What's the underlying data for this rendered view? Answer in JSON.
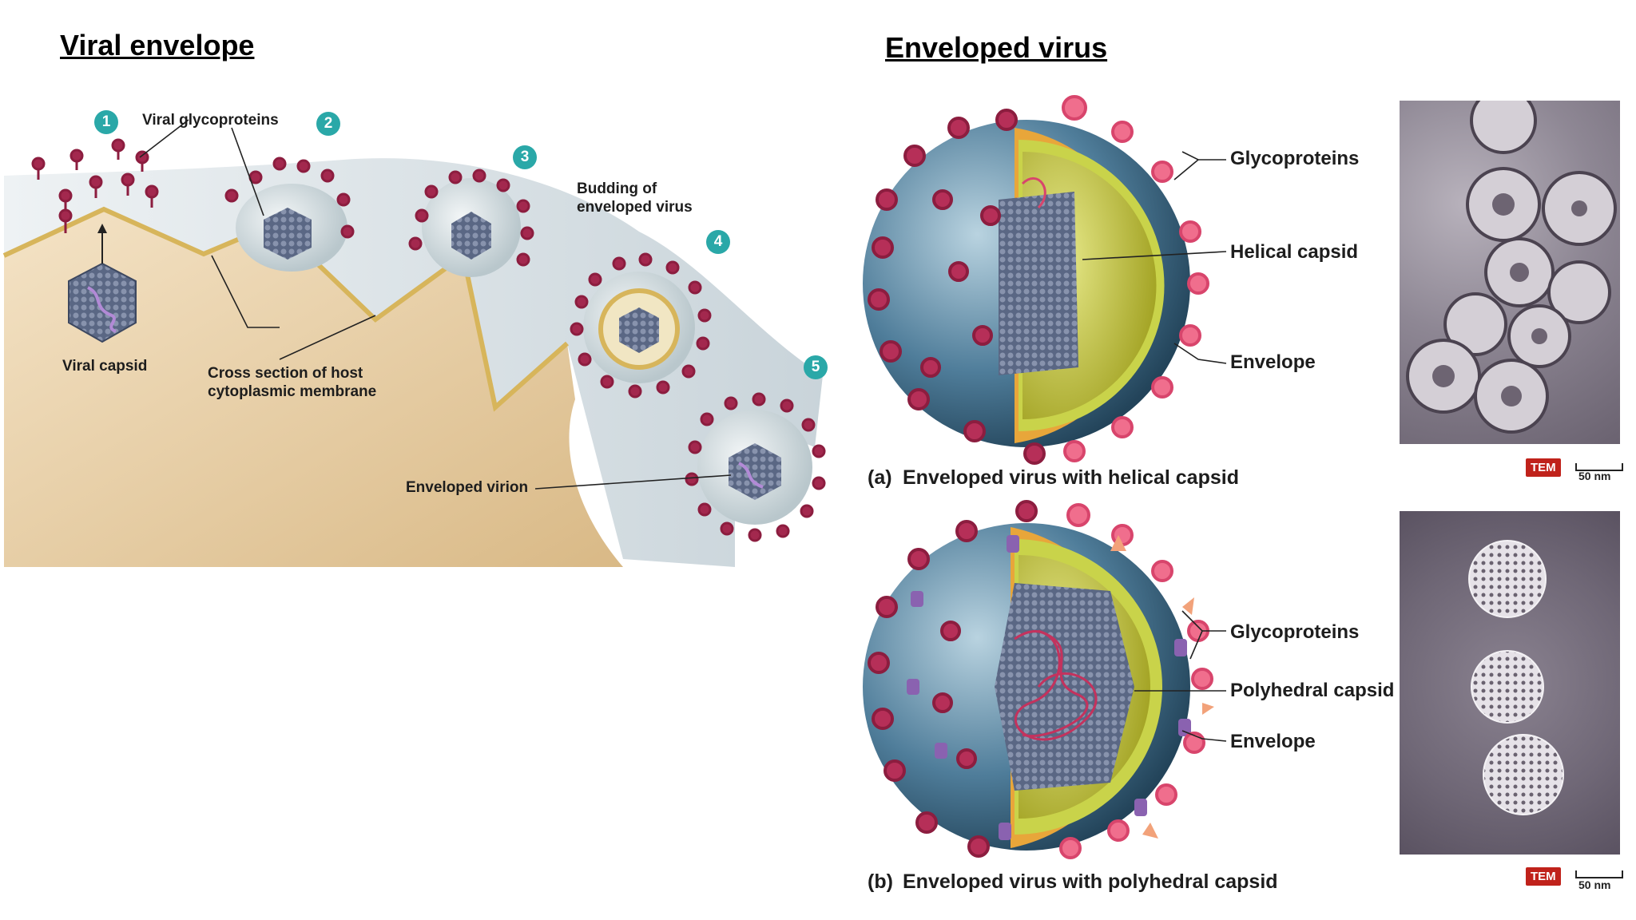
{
  "titles": {
    "left": "Viral envelope",
    "right": "Enveloped virus"
  },
  "budding_diagram": {
    "steps": [
      "1",
      "2",
      "3",
      "4",
      "5"
    ],
    "labels": {
      "viral_glycoproteins": "Viral glycoproteins",
      "budding_line1": "Budding of",
      "budding_line2": "enveloped virus",
      "viral_capsid": "Viral capsid",
      "cross_section_line1": "Cross section of host",
      "cross_section_line2": "cytoplasmic membrane",
      "enveloped_virion": "Enveloped virion"
    }
  },
  "panel_a": {
    "caption_letter": "(a)",
    "caption": "Enveloped virus with helical capsid",
    "labels": {
      "glycoproteins": "Glycoproteins",
      "capsid": "Helical capsid",
      "envelope": "Envelope"
    },
    "tem": "TEM",
    "scale": "50 nm"
  },
  "panel_b": {
    "caption_letter": "(b)",
    "caption": "Enveloped virus with polyhedral capsid",
    "labels": {
      "glycoproteins": "Glycoproteins",
      "capsid": "Polyhedral capsid",
      "envelope": "Envelope"
    },
    "tem": "TEM",
    "scale": "50 nm"
  },
  "colors": {
    "cytoplasm": "#e9d2ae",
    "membrane": "#d9b85a",
    "glycoprotein": "#a3284e",
    "spike_pink": "#d8456c",
    "envelope_yellow": "#c8c83a",
    "capsid_gray": "#5c6a86",
    "sphere_blue": "#4f7d9a",
    "badge": "#2aa8a8",
    "tem_red": "#c0221b"
  }
}
